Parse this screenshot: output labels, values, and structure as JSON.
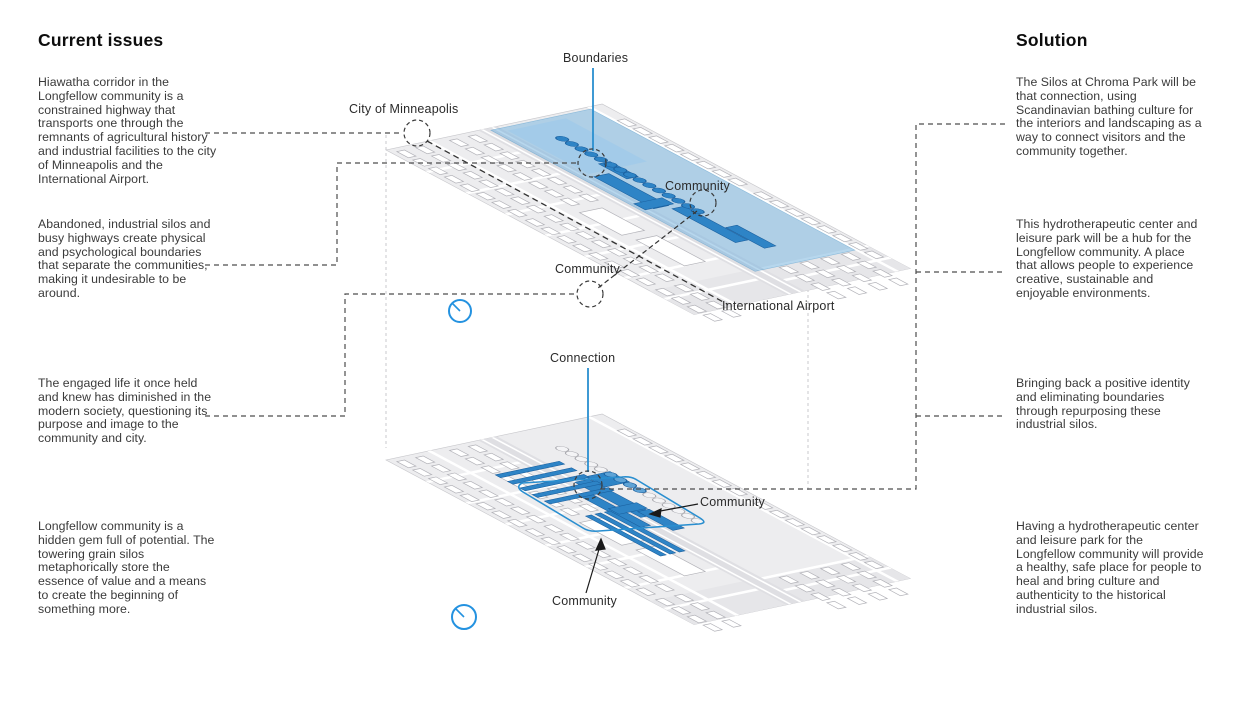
{
  "left_column": {
    "title": "Current issues",
    "paragraphs": [
      "Hiawatha corridor in the Longfellow community is a constrained highway that transports one through the remnants of agricultural history and industrial facilities to the city of Minneapolis and the International Airport.",
      "Abandoned, industrial silos and busy highways create physical and psychological boundaries that separate the communities, making it undesirable to be around.",
      "The engaged life it once held and knew has diminished in the modern society, questioning its purpose and image to the community and city.",
      "Longfellow community is a hidden gem full of potential. The towering grain silos metaphorically store the essence of value and a means to create the beginning of something more."
    ]
  },
  "right_column": {
    "title": "Solution",
    "paragraphs": [
      "The Silos at Chroma Park will be that connection, using Scandinavian bathing culture for the interiors and landscaping as a way to connect visitors and the community together.",
      "This hydrotherapeutic center and leisure park will be a hub for the Longfellow community. A place that allows people to experience creative, sustainable and enjoyable environments.",
      "Bringing back a positive identity and eliminating boundaries through repurposing these industrial silos.",
      "Having a hydrotherapeutic center and leisure park for the Longfellow community will provide a healthy, safe place for people to heal and bring culture and authenticity to the historical industrial silos."
    ]
  },
  "diagram": {
    "top_map": {
      "boundaries_label": "Boundaries",
      "city_label": "City of Minneapolis",
      "community_right_label": "Community",
      "community_bottom_label": "Community",
      "airport_label": "International Airport"
    },
    "bottom_map": {
      "connection_label": "Connection",
      "community_right_label": "Community",
      "community_bottom_label": "Community"
    },
    "colors": {
      "accent_blue": "#2a8fd0",
      "highlight_fill": "#7db7e0",
      "building_blue": "#2e84c6",
      "connector_gray": "#4d4d4d"
    }
  }
}
